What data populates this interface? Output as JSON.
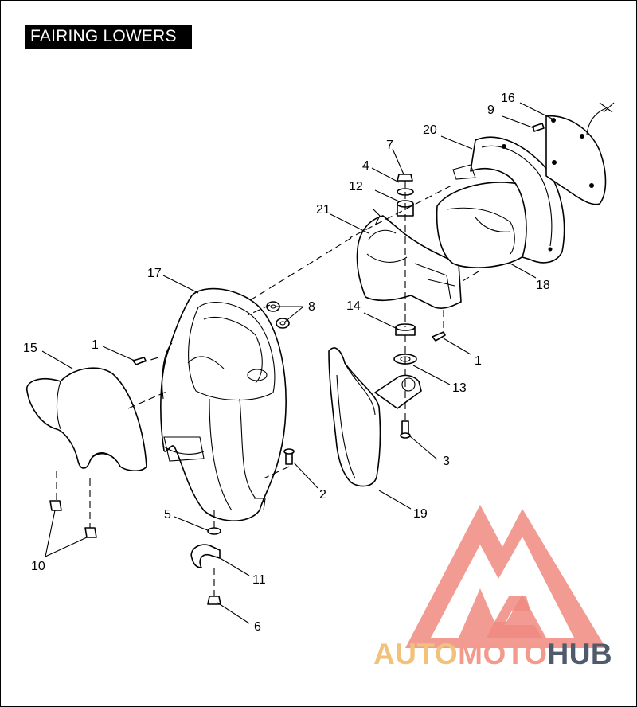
{
  "title": "FAIRING LOWERS",
  "callouts": [
    "1",
    "1",
    "2",
    "3",
    "4",
    "5",
    "6",
    "7",
    "8",
    "9",
    "10",
    "11",
    "12",
    "13",
    "14",
    "15",
    "16",
    "17",
    "18",
    "19",
    "20",
    "21"
  ],
  "watermark": {
    "part1": "AUTO",
    "part2": "MOTO",
    "part3": "HUB",
    "colors": {
      "auto": "#f2c27a",
      "moto": "#f39a8c",
      "hub": "#4f5b6b",
      "logo": "#f08a80"
    }
  }
}
